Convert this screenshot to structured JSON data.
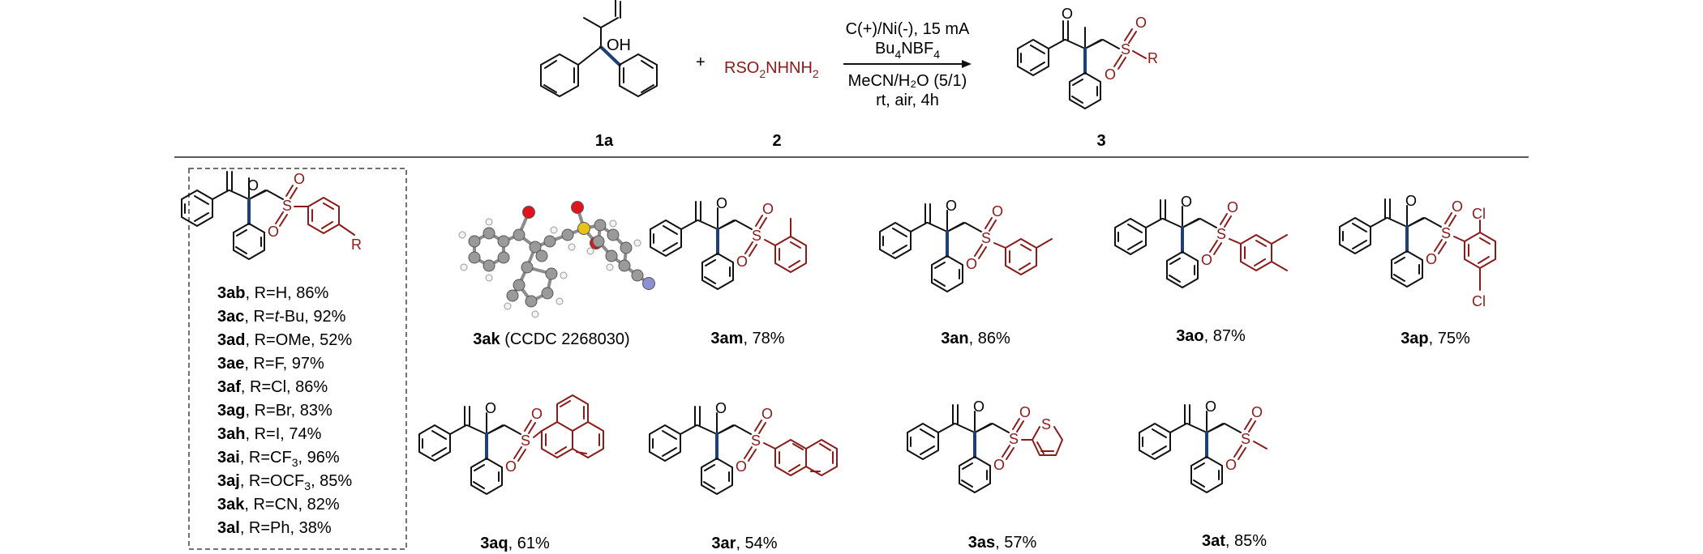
{
  "reaction": {
    "reactant1": {
      "label": "1a",
      "oh": "OH"
    },
    "plus": "+",
    "reactant2": {
      "label": "2",
      "formula_parts": [
        "RSO",
        "2",
        "NHNH",
        "2"
      ]
    },
    "conditions": {
      "line1": "C(+)/Ni(-), 15 mA",
      "line2_parts": [
        "Bu",
        "4",
        "NBF",
        "4"
      ],
      "line3": "MeCN/H₂O (5/1)",
      "line4": "rt, air, 4h"
    },
    "product": {
      "label": "3",
      "r": "R"
    }
  },
  "atoms": {
    "o": "O",
    "s": "S",
    "r": "R",
    "cl": "Cl"
  },
  "table": {
    "rows": [
      {
        "id": "3ab",
        "rest": ", R=H, 86%"
      },
      {
        "id": "3ac",
        "rest_parts": [
          ", R=",
          "t",
          "-Bu, 92%"
        ]
      },
      {
        "id": "3ad",
        "rest": ", R=OMe, 52%"
      },
      {
        "id": "3ae",
        "rest": ", R=F, 97%"
      },
      {
        "id": "3af",
        "rest": ", R=Cl, 86%"
      },
      {
        "id": "3ag",
        "rest": ", R=Br, 83%"
      },
      {
        "id": "3ah",
        "rest": ", R=I, 74%"
      },
      {
        "id": "3ai",
        "rest_parts": [
          ", R=CF",
          "3",
          ", 96%"
        ]
      },
      {
        "id": "3aj",
        "rest_parts": [
          ", R=OCF",
          "3",
          ", 85%"
        ]
      },
      {
        "id": "3ak",
        "rest": ", R=CN, 82%"
      },
      {
        "id": "3al",
        "rest": ", R=Ph, 38%"
      }
    ]
  },
  "compounds": {
    "ak": {
      "id": "3ak",
      "rest": " (CCDC 2268030)"
    },
    "am": {
      "id": "3am",
      "rest": ", 78%"
    },
    "an": {
      "id": "3an",
      "rest": ", 86%"
    },
    "ao": {
      "id": "3ao",
      "rest": ", 87%"
    },
    "ap": {
      "id": "3ap",
      "rest": ", 75%"
    },
    "aq": {
      "id": "3aq",
      "rest": ", 61%"
    },
    "ar": {
      "id": "3ar",
      "rest": ", 54%"
    },
    "as": {
      "id": "3as",
      "rest": ",  57%"
    },
    "at": {
      "id": "3at",
      "rest": ", 85%"
    }
  },
  "colors": {
    "bond": "#111111",
    "variable_group": "#8b1a1a",
    "new_bond": "#1f3f77",
    "crystal_carbon": "#9a9a9a",
    "crystal_oxygen": "#e0141a",
    "crystal_sulfur": "#e6c21a",
    "crystal_nitrogen": "#8f8fd6"
  }
}
